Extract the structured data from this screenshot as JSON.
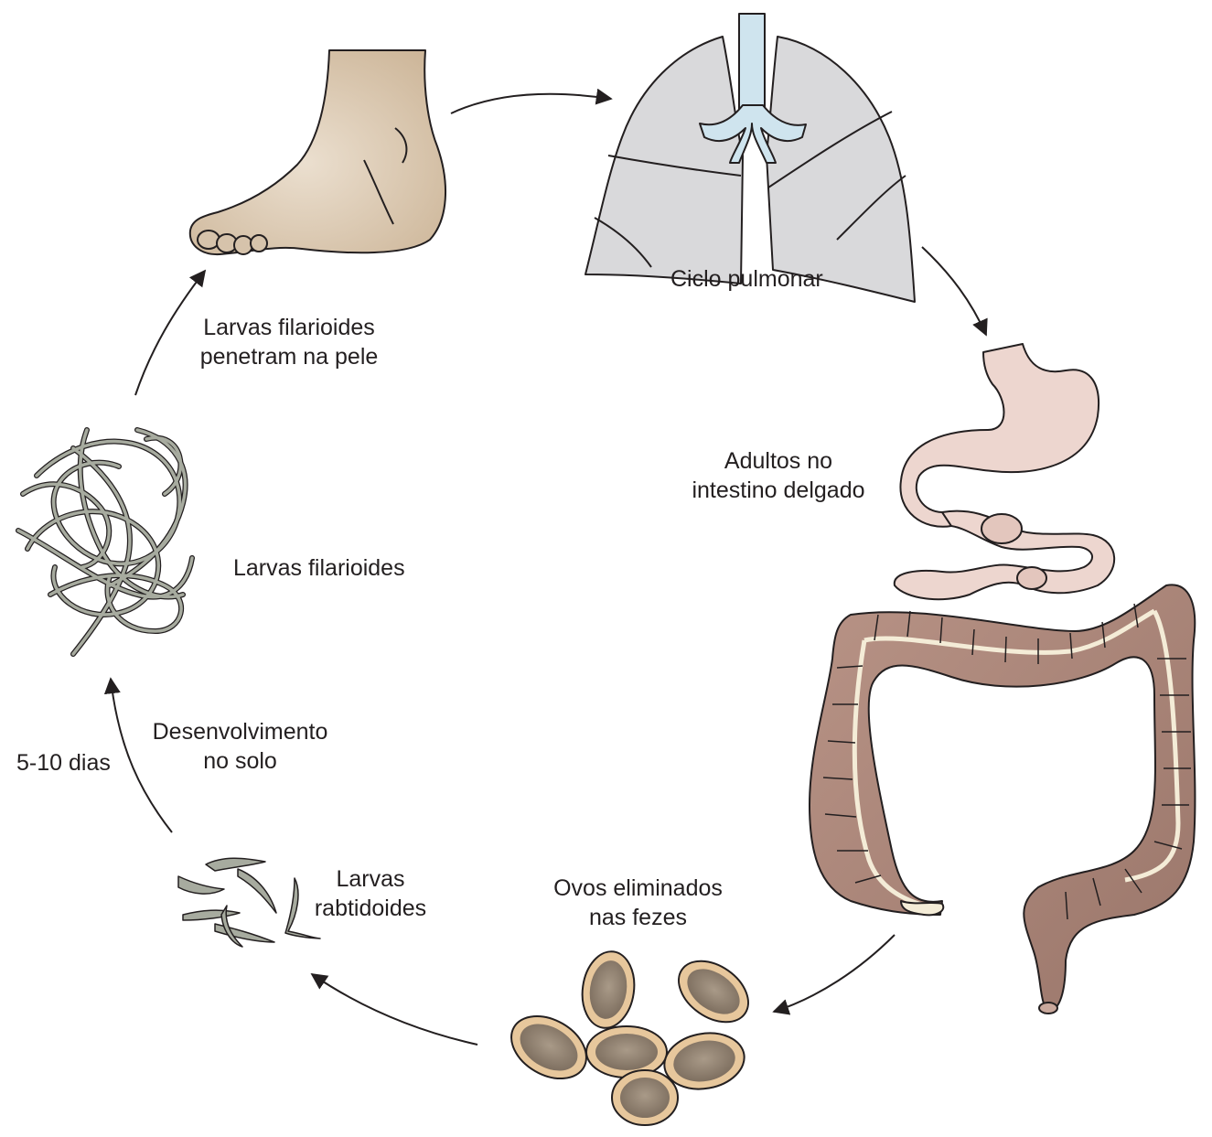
{
  "diagram": {
    "labels": {
      "pulmonary_cycle": "Ciclo pulmonar",
      "adults_line1": "Adultos no",
      "adults_line2": "intestino delgado",
      "penetrate_line1": "Larvas filarioides",
      "penetrate_line2": "penetram na pele",
      "filariform": "Larvas filarioides",
      "development_line1": "Desenvolvimento",
      "development_line2": "no solo",
      "days": "5-10 dias",
      "rhabditiform_line1": "Larvas",
      "rhabditiform_line2": "rabtidoides",
      "eggs_line1": "Ovos eliminados",
      "eggs_line2": "nas fezes"
    },
    "illustrations": [
      "foot",
      "lungs",
      "stomach-small-intestine",
      "large-intestine",
      "eggs",
      "rhabditiform-larvae",
      "filariform-larvae"
    ],
    "colors": {
      "line": "#231f20",
      "skin": "#dccab4",
      "lung": "#d9d9db",
      "bronchi": "#cfe4ee",
      "stomach": "#edd6cf",
      "colon": "#a88377",
      "colon_stripe": "#f4ecd7",
      "egg_shell": "#e7c79c",
      "egg_core": "#8f8070",
      "larva": "#a7ab9f"
    }
  }
}
